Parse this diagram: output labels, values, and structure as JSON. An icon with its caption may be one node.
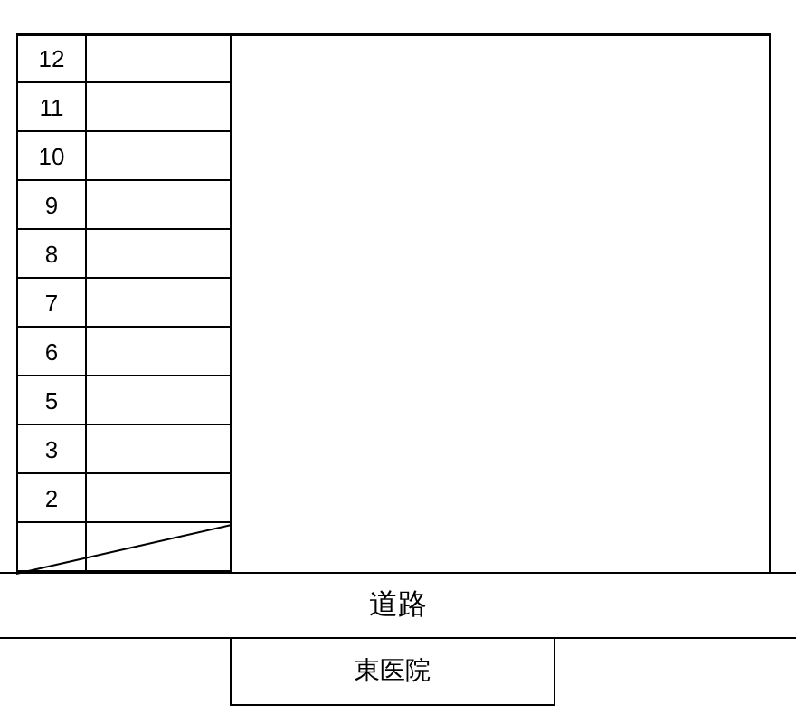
{
  "diagram": {
    "nodes": [
      {
        "text": [],
        "shape": "box"
      },
      {
        "text": [
          "12"
        ],
        "in": 0
      },
      {
        "text": [],
        "shape": "box",
        "in": 0
      },
      {
        "text": [
          "11"
        ],
        "in": 0
      },
      {
        "text": [],
        "shape": "box",
        "in": 0
      },
      {
        "text": [
          "10"
        ],
        "in": 0
      },
      {
        "text": [],
        "shape": "box",
        "in": 0
      },
      {
        "text": [
          "9"
        ],
        "in": 0
      },
      {
        "text": [],
        "shape": "box",
        "in": 0
      },
      {
        "text": [
          "8"
        ],
        "in": 0
      },
      {
        "text": [],
        "shape": "box",
        "in": 0
      },
      {
        "text": [
          "7"
        ],
        "in": 0
      },
      {
        "text": [],
        "shape": "box",
        "in": 0
      },
      {
        "text": [
          "6"
        ],
        "in": 0
      },
      {
        "text": [],
        "shape": "box",
        "in": 0
      },
      {
        "text": [
          "5"
        ],
        "in": 0
      },
      {
        "text": [],
        "shape": "box",
        "in": 0
      },
      {
        "text": [
          "3"
        ],
        "in": 0
      },
      {
        "text": [],
        "shape": "box",
        "in": 0
      },
      {
        "text": [
          "2"
        ],
        "in": 0
      },
      {
        "text": [],
        "shape": "box",
        "in": 0
      },
      {
        "text": [],
        "shape": "box",
        "in": 0
      },
      {
        "text": [],
        "shape": "box",
        "in": 0
      },
      {
        "text": [
          "道路"
        ]
      },
      {
        "text": [
          "東医院"
        ]
      }
    ],
    "edges": []
  }
}
